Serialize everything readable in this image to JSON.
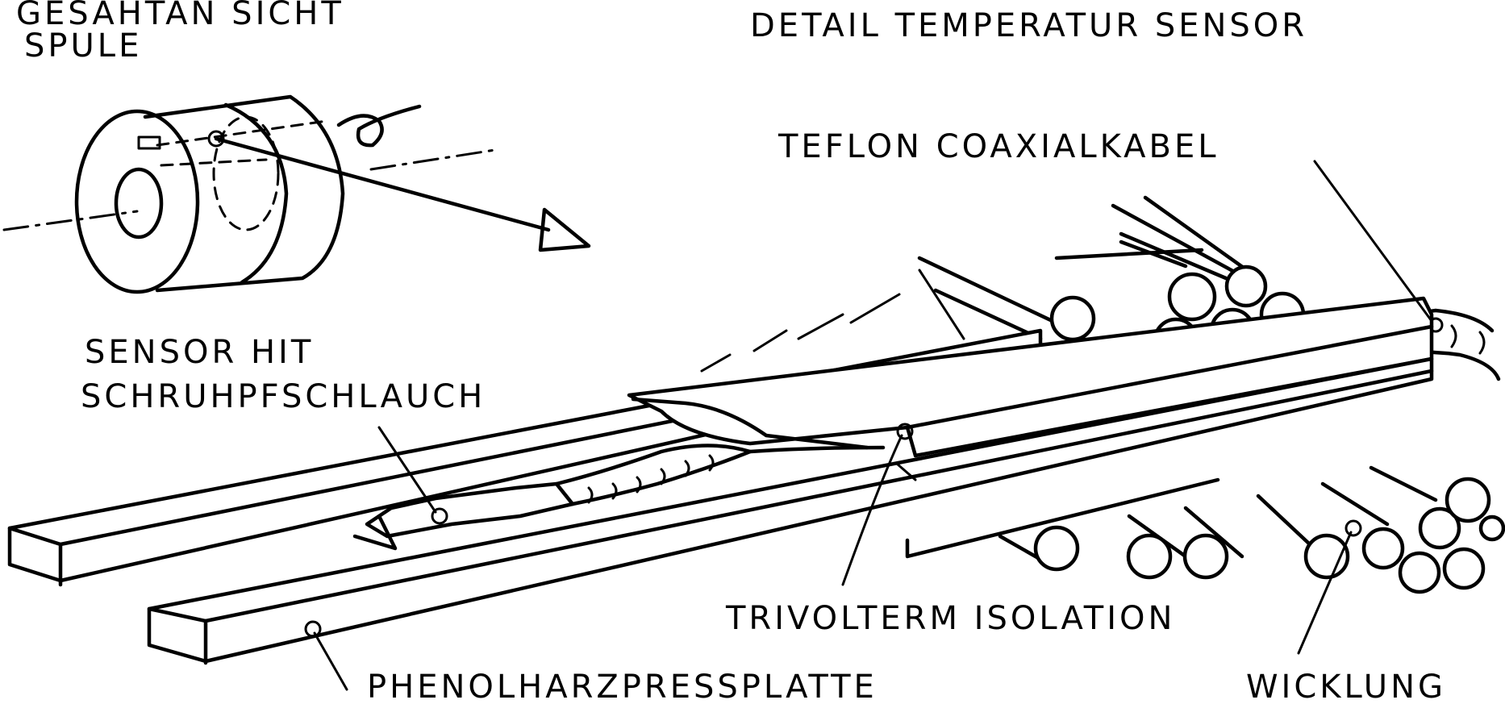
{
  "labels": {
    "overview_line1": "GESAHTAN SICHT",
    "overview_line2": "SPULE",
    "detail_title": "DETAIL TEMPERATUR SENSOR",
    "teflon": "TEFLON COAXIALKABEL",
    "sensor_line1": "SENSOR HIT",
    "sensor_line2": "SCHRUHPFSCHLAUCH",
    "trivolterm": "TRIVOLTERM ISOLATION",
    "phenol": "PHENOLHARZPRESSPLATTE",
    "wicklung": "WICKLUNG"
  }
}
